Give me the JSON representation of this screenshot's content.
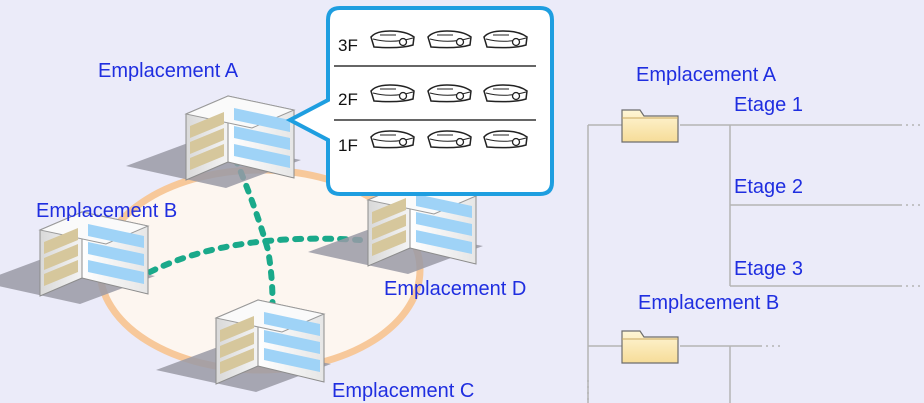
{
  "sites": {
    "a": "Emplacement A",
    "b": "Emplacement B",
    "c": "Emplacement C",
    "d": "Emplacement D"
  },
  "callout": {
    "floors": [
      "3F",
      "2F",
      "1F"
    ],
    "projectors_per_floor": 3
  },
  "tree": {
    "site_a": "Emplacement A",
    "floor_1": "Etage 1",
    "floor_2": "Etage 2",
    "floor_3": "Etage 3",
    "site_b": "Emplacement B"
  },
  "colors": {
    "background": "#ebebf9",
    "label": "#1f2ee0",
    "ring": "#f7c89a",
    "ring_fill": "#fdf6f0",
    "link": "#1aa98a",
    "callout_border": "#1e9ee0",
    "folder": "#fbe8b5",
    "tree_line": "#b4b4b4"
  }
}
